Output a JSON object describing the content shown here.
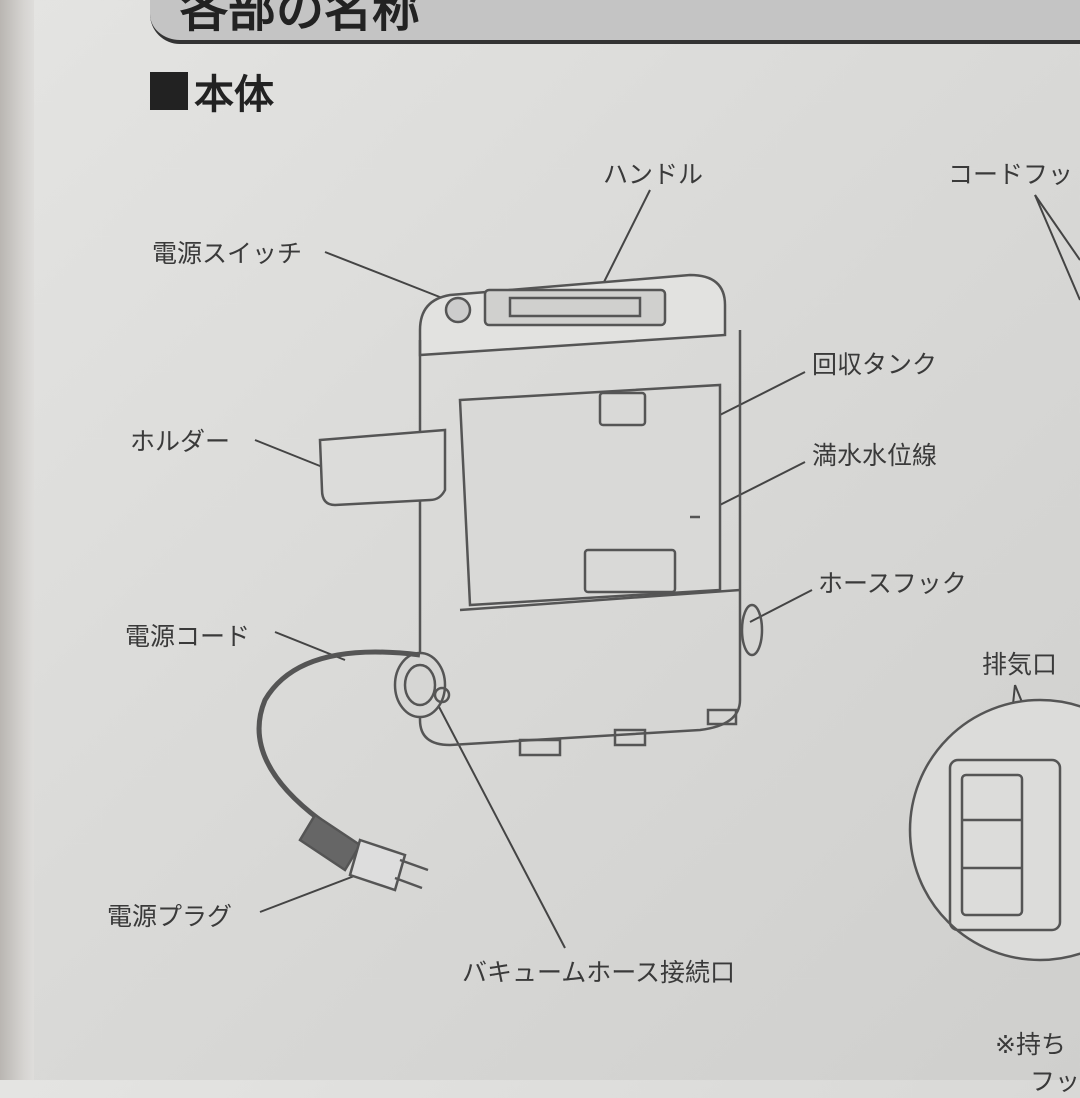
{
  "header": {
    "title": "各部の名称"
  },
  "section": {
    "title": "本体"
  },
  "labels": {
    "handle": "ハンドル",
    "cord_hook": "コードフッ",
    "power_switch": "電源スイッチ",
    "recovery_tank": "回収タンク",
    "holder": "ホルダー",
    "full_water_line": "満水水位線",
    "hose_hook": "ホースフック",
    "power_cord": "電源コード",
    "exhaust": "排気口",
    "power_plug": "電源プラグ",
    "vacuum_hose_port": "バキュームホース接続口",
    "note": "※持ち",
    "note2": "フッ"
  }
}
